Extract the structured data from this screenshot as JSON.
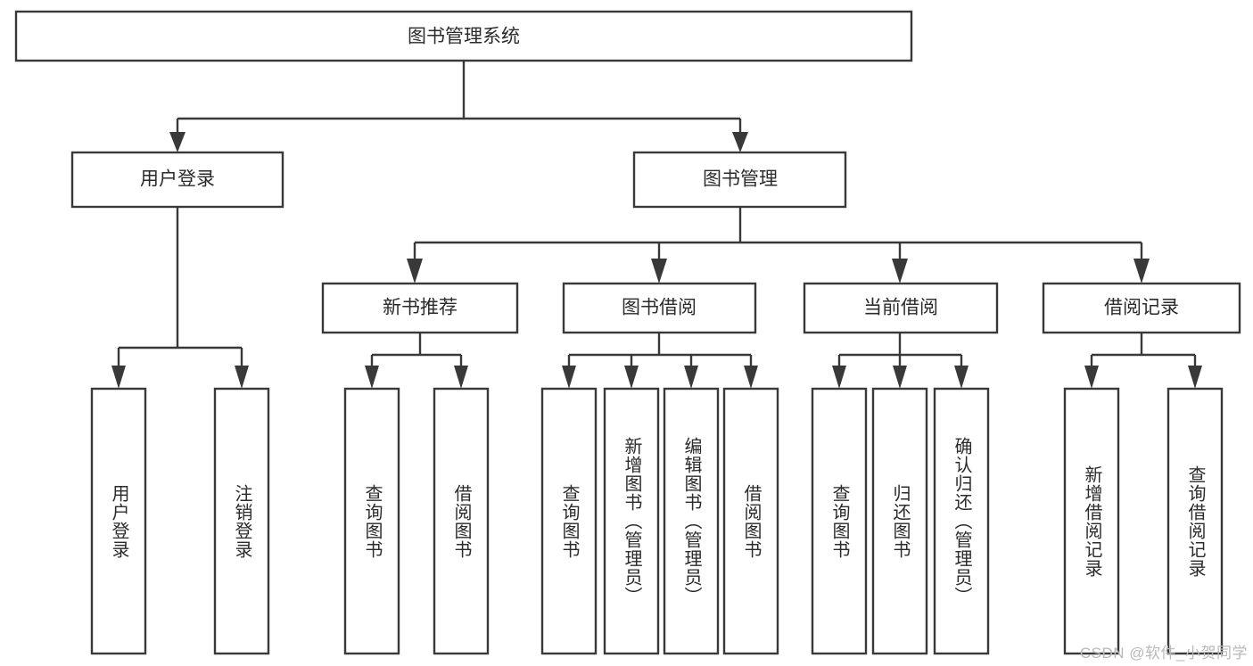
{
  "diagram": {
    "title_text": "图书管理系统",
    "watermark": "CSDN @软件_小贺同学",
    "colors": {
      "stroke": "#393939",
      "fill": "#ffffff",
      "text": "#2b2b2b",
      "watermark": "#b9b9b9",
      "background": "#ffffff"
    },
    "levels": {
      "root": [
        "图书管理系统"
      ],
      "level2": [
        "用户登录",
        "图书管理"
      ],
      "level3": [
        "新书推荐",
        "图书借阅",
        "当前借阅",
        "借阅记录"
      ],
      "leaves": [
        "用户登录",
        "注销登录",
        "查询图书",
        "借阅图书",
        "查询图书",
        "新增图书（管理员）",
        "编辑图书（管理员）",
        "借阅图书",
        "查询图书",
        "归还图书",
        "确认归还（管理员）",
        "新增借阅记录",
        "查询借阅记录"
      ]
    },
    "nodes": {
      "root": {
        "label": "图书管理系统"
      },
      "user_login": {
        "label": "用户登录"
      },
      "book_manage": {
        "label": "图书管理"
      },
      "new_book_rec": {
        "label": "新书推荐"
      },
      "book_borrow": {
        "label": "图书借阅"
      },
      "current_borrow": {
        "label": "当前借阅"
      },
      "borrow_record": {
        "label": "借阅记录"
      },
      "leaf_user_login": {
        "label": "用户登录"
      },
      "leaf_user_logout": {
        "label": "注销登录"
      },
      "leaf_nb_query": {
        "label": "查询图书"
      },
      "leaf_nb_borrow": {
        "label": "借阅图书"
      },
      "leaf_bb_query": {
        "label": "查询图书"
      },
      "leaf_bb_add": {
        "label": "新增图书（管理员）"
      },
      "leaf_bb_edit": {
        "label": "编辑图书（管理员）"
      },
      "leaf_bb_borrow": {
        "label": "借阅图书"
      },
      "leaf_cb_query": {
        "label": "查询图书"
      },
      "leaf_cb_return": {
        "label": "归还图书"
      },
      "leaf_cb_confirm": {
        "label": "确认归还（管理员）"
      },
      "leaf_br_add": {
        "label": "新增借阅记录"
      },
      "leaf_br_query": {
        "label": "查询借阅记录"
      }
    }
  },
  "chart_data": {
    "type": "diagram",
    "subtype": "tree-hierarchy",
    "title": "图书管理系统",
    "orientation": "top-down",
    "node_count": 20,
    "depth": 4,
    "tree": {
      "label": "图书管理系统",
      "children": [
        {
          "label": "用户登录",
          "children": [
            {
              "label": "用户登录",
              "children": []
            },
            {
              "label": "注销登录",
              "children": []
            }
          ]
        },
        {
          "label": "图书管理",
          "children": [
            {
              "label": "新书推荐",
              "children": [
                {
                  "label": "查询图书",
                  "children": []
                },
                {
                  "label": "借阅图书",
                  "children": []
                }
              ]
            },
            {
              "label": "图书借阅",
              "children": [
                {
                  "label": "查询图书",
                  "children": []
                },
                {
                  "label": "新增图书（管理员）",
                  "children": []
                },
                {
                  "label": "编辑图书（管理员）",
                  "children": []
                },
                {
                  "label": "借阅图书",
                  "children": []
                }
              ]
            },
            {
              "label": "当前借阅",
              "children": [
                {
                  "label": "查询图书",
                  "children": []
                },
                {
                  "label": "归还图书",
                  "children": []
                },
                {
                  "label": "确认归还（管理员）",
                  "children": []
                }
              ]
            },
            {
              "label": "借阅记录",
              "children": [
                {
                  "label": "新增借阅记录",
                  "children": []
                },
                {
                  "label": "查询借阅记录",
                  "children": []
                }
              ]
            }
          ]
        }
      ]
    }
  }
}
